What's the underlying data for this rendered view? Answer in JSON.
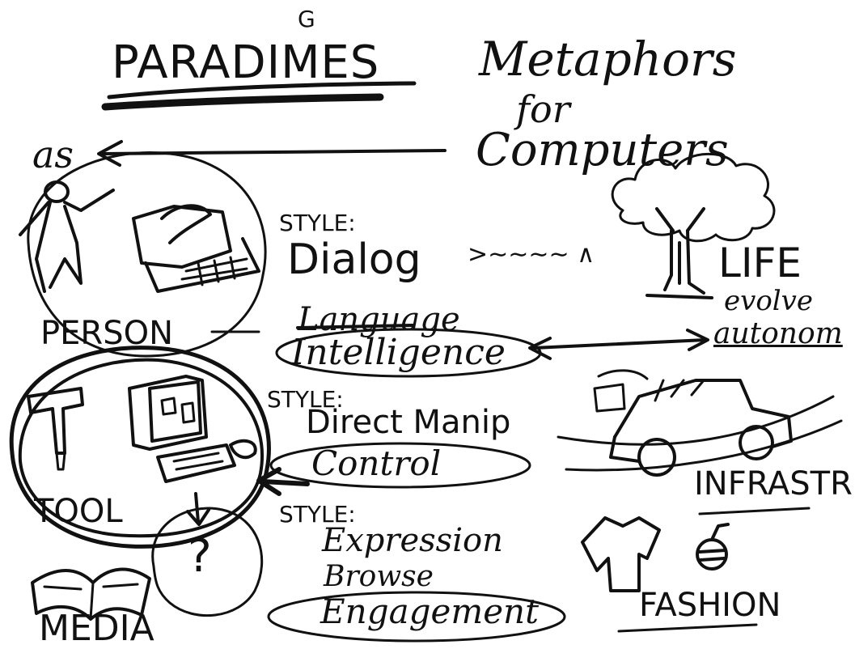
{
  "title": {
    "text": "PARADIMES",
    "correction_letter": "G"
  },
  "subtitle": {
    "line1": "Metaphors",
    "line2": "for",
    "line3": "Computers"
  },
  "prefix_as": "as",
  "person": {
    "label": "PERSON",
    "style_heading": "STYLE:",
    "style_value": "Dialog",
    "squiggle_text": ">∼∼∼∼ ∧",
    "crossed_word": "Language",
    "circled_word": "Intelligence"
  },
  "tool": {
    "label": "TOOL",
    "style_heading": "STYLE:",
    "style_value": "Direct Manip",
    "circled_word": "Control"
  },
  "media": {
    "label": "MEDIA",
    "question": "?",
    "style_heading": "STYLE:",
    "style_value": "Expression",
    "browse": "Browse",
    "circled_word": "Engagement"
  },
  "life": {
    "label": "LIFE",
    "note1": "evolve",
    "note2": "autonom"
  },
  "infrastructure": {
    "label": "INFRASTR"
  },
  "fashion": {
    "label": "FASHION"
  }
}
